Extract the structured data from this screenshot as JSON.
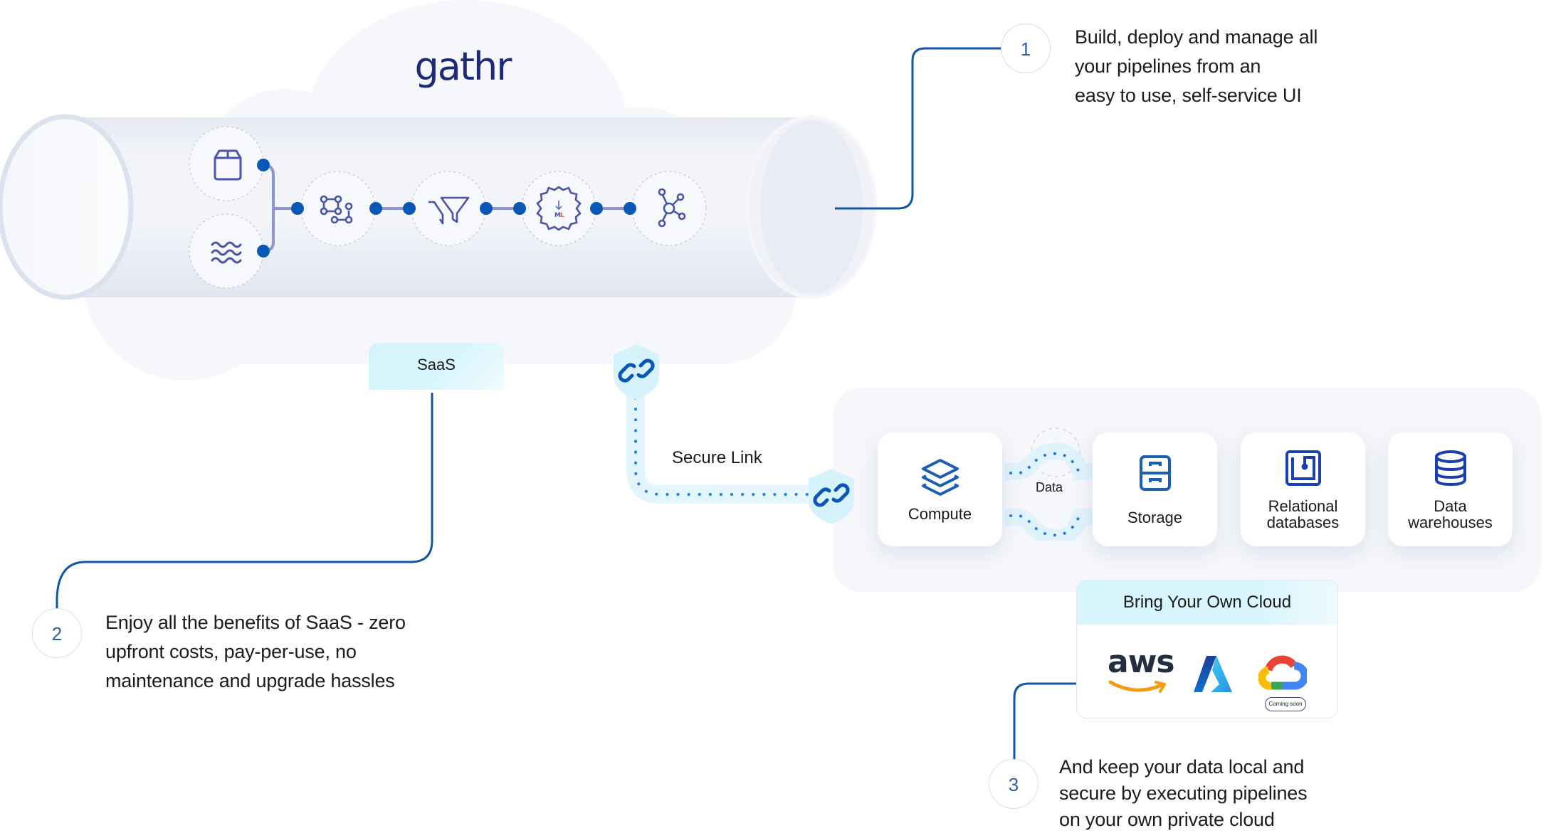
{
  "brand": {
    "logo_text": "gathr",
    "primary_color": "#0b57b5",
    "logo_color": "#1e2a78",
    "cloud_color": "#f5f7fb"
  },
  "pipeline": {
    "sources": [
      {
        "icon": "box-icon"
      },
      {
        "icon": "waves-icon"
      }
    ],
    "stages": [
      {
        "icon": "graph-transform-icon"
      },
      {
        "icon": "funnel-filter-icon"
      },
      {
        "icon": "ml-gear-icon",
        "badge": "ML"
      },
      {
        "icon": "hub-network-icon"
      }
    ]
  },
  "callouts": [
    {
      "number": "1",
      "lines": [
        "Build, deploy and manage all",
        "your pipelines from an",
        "easy to use, self-service UI"
      ]
    },
    {
      "number": "2",
      "lines": [
        "Enjoy all the benefits of SaaS - zero",
        "upfront costs, pay-per-use, no",
        "maintenance and upgrade hassles"
      ]
    },
    {
      "number": "3",
      "lines": [
        "And keep your data local and",
        "secure by executing pipelines",
        "on your own private cloud"
      ]
    }
  ],
  "saas": {
    "label": "SaaS"
  },
  "secure_link": {
    "label": "Secure Link",
    "icon": "link-chain-icon"
  },
  "environment": {
    "data_label": "Data",
    "cards": [
      {
        "label_lines": [
          "Compute"
        ],
        "icon": "layers-icon"
      },
      {
        "label_lines": [
          "Storage"
        ],
        "icon": "file-cabinet-icon"
      },
      {
        "label_lines": [
          "Relational",
          "databases"
        ],
        "icon": "relational-db-icon"
      },
      {
        "label_lines": [
          "Data",
          "warehouses"
        ],
        "icon": "database-stack-icon"
      }
    ]
  },
  "byoc": {
    "title": "Bring Your Own Cloud",
    "providers": [
      {
        "name": "aws",
        "logo_text": "aws"
      },
      {
        "name": "azure",
        "logo_text": "A"
      },
      {
        "name": "google-cloud",
        "badge": "Coming soon"
      }
    ]
  }
}
